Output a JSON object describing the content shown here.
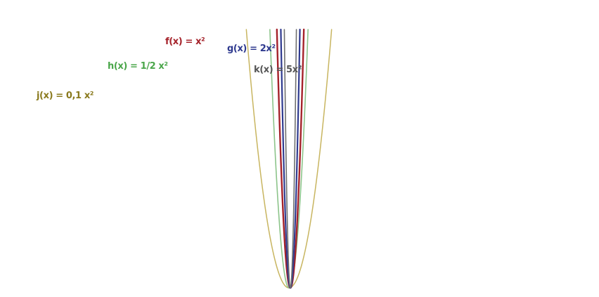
{
  "chart_data": {
    "type": "line",
    "title": "",
    "xlabel": "",
    "ylabel": "",
    "grid": false,
    "axes_visible": false,
    "series": [
      {
        "label": "j(x) = 0,1 x²",
        "coefficient": 0.1,
        "color": "#c8b560",
        "label_color": "#8a7a1e",
        "stroke": 1.5
      },
      {
        "label": "h(x) = 1/2 x²",
        "coefficient": 0.5,
        "color": "#8cc48a",
        "label_color": "#4aa64a",
        "stroke": 1.6
      },
      {
        "label": "f(x) = x²",
        "coefficient": 1,
        "color": "#a5222a",
        "label_color": "#a5222a",
        "stroke": 2.4
      },
      {
        "label": "g(x) = 2x²",
        "coefficient": 2,
        "color": "#2f3a8f",
        "label_color": "#2f3a8f",
        "stroke": 2.2
      },
      {
        "label": "k(x) = 5x²",
        "coefficient": 5,
        "color": "#6f6f6f",
        "label_color": "#555555",
        "stroke": 1.6
      }
    ]
  }
}
